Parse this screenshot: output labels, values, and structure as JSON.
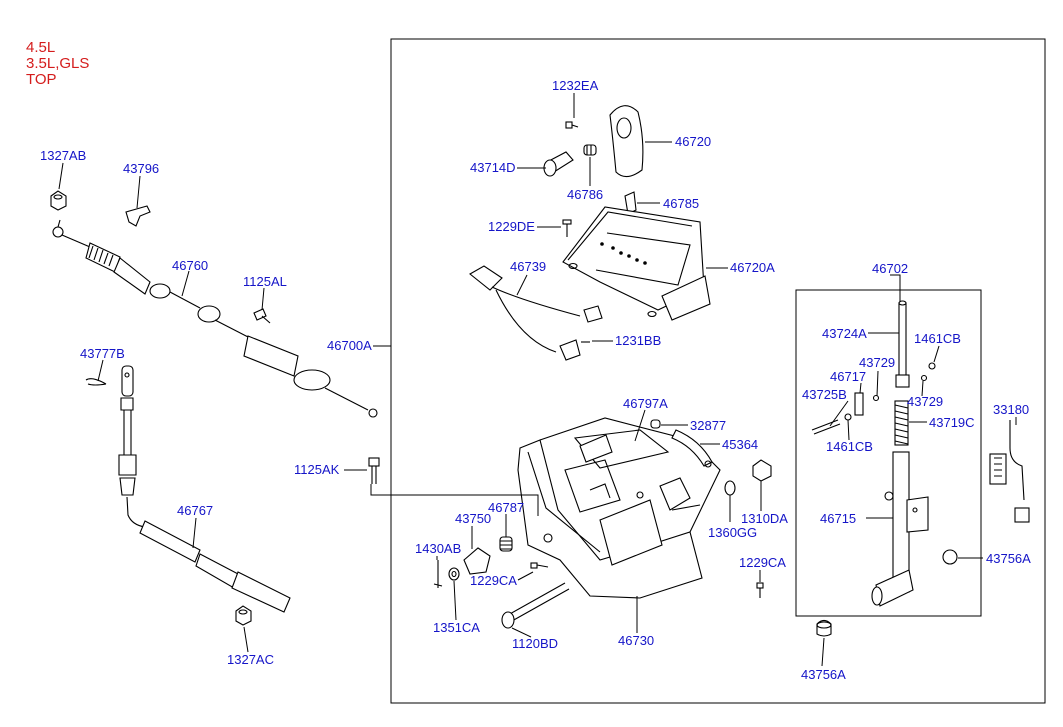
{
  "config_notes": [
    "4.5L",
    "3.5L,GLS",
    "TOP"
  ],
  "colors": {
    "config_text": "#d41c1c",
    "part_label": "#1515c8",
    "line": "#000000",
    "background": "#ffffff"
  },
  "parts": {
    "p1327AB": "1327AB",
    "p43796": "43796",
    "p46760": "46760",
    "p1125AL": "1125AL",
    "p46700A": "46700A",
    "p43777B": "43777B",
    "p46767": "46767",
    "p1327AC": "1327AC",
    "p1232EA": "1232EA",
    "p46720": "46720",
    "p43714D": "43714D",
    "p46786": "46786",
    "p46785": "46785",
    "p1229DE": "1229DE",
    "p46739": "46739",
    "p46720A": "46720A",
    "p1231BB": "1231BB",
    "p46797A": "46797A",
    "p32877": "32877",
    "p45364": "45364",
    "p1125AK": "1125AK",
    "p46787": "46787",
    "p43750": "43750",
    "p1430AB": "1430AB",
    "p1229CA_a": "1229CA",
    "p1310DA": "1310DA",
    "p1360GG": "1360GG",
    "p1229CA_b": "1229CA",
    "p1351CA": "1351CA",
    "p1120BD": "1120BD",
    "p46730": "46730",
    "p46702": "46702",
    "p43724A": "43724A",
    "p1461CB_a": "1461CB",
    "p43729_a": "43729",
    "p46717": "46717",
    "p43729_b": "43729",
    "p43725B": "43725B",
    "p43719C": "43719C",
    "p1461CB_b": "1461CB",
    "p33180": "33180",
    "p46715": "46715",
    "p43756A_a": "43756A",
    "p43756A_b": "43756A"
  }
}
